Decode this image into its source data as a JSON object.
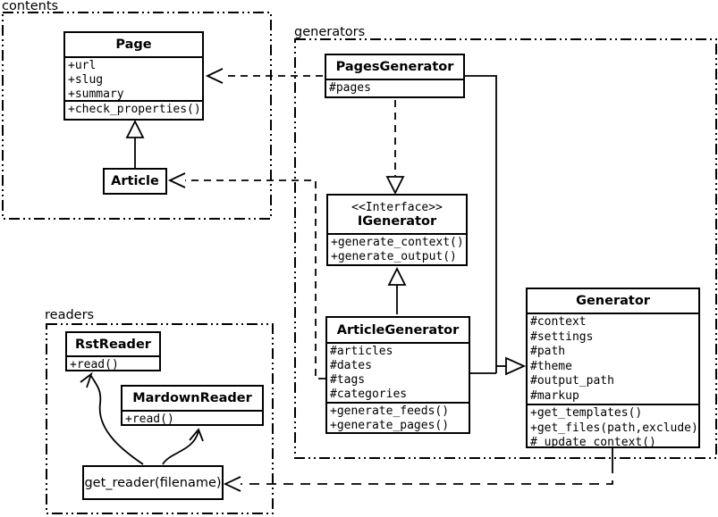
{
  "diagram": {
    "packages": {
      "contents": {
        "label": "contents"
      },
      "generators": {
        "label": "generators"
      },
      "readers": {
        "label": "readers"
      }
    },
    "classes": {
      "page": {
        "title": "Page",
        "attributes": [
          "+url",
          "+slug",
          "+summary"
        ],
        "methods": [
          "+check_properties()"
        ]
      },
      "article": {
        "title": "Article"
      },
      "pages_generator": {
        "title": "PagesGenerator",
        "attributes": [
          "#pages"
        ]
      },
      "igenerator": {
        "stereotype": "<<Interface>>",
        "title": "IGenerator",
        "methods": [
          "+generate_context()",
          "+generate_output()"
        ]
      },
      "article_generator": {
        "title": "ArticleGenerator",
        "attributes": [
          "#articles",
          "#dates",
          "#tags",
          "#categories"
        ],
        "methods": [
          "+generate_feeds()",
          "+generate_pages()"
        ]
      },
      "generator": {
        "title": "Generator",
        "attributes": [
          "#context",
          "#settings",
          "#path",
          "#theme",
          "#output_path",
          "#markup"
        ],
        "methods": [
          "+get_templates()",
          "+get_files(path,exclude)",
          "#_update_context()"
        ]
      },
      "rst_reader": {
        "title": "RstReader",
        "methods": [
          "+read()"
        ]
      },
      "mardown_reader": {
        "title": "MardownReader",
        "methods": [
          "+read()"
        ]
      },
      "get_reader": {
        "label": "get_reader(filename)"
      }
    },
    "colors": {
      "line": "#000000",
      "background": "#ffffff"
    }
  }
}
